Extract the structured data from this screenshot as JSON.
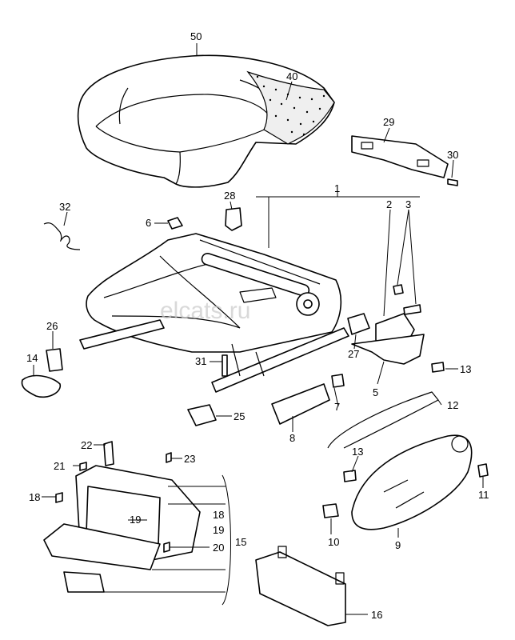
{
  "watermark": "elcats.ru",
  "part_numbers": {
    "p1": "1",
    "p2": "2",
    "p3": "3",
    "p5": "5",
    "p6": "6",
    "p7": "7",
    "p8": "8",
    "p9": "9",
    "p10": "10",
    "p11": "11",
    "p12": "12",
    "p13a": "13",
    "p13b": "13",
    "p14": "14",
    "p15": "15",
    "p16": "16",
    "p18a": "18",
    "p18b": "18",
    "p19a": "19",
    "p19b": "19",
    "p20": "20",
    "p21": "21",
    "p22": "22",
    "p23": "23",
    "p25": "25",
    "p26": "26",
    "p27": "27",
    "p28": "28",
    "p29": "29",
    "p30": "30",
    "p31": "31",
    "p32": "32",
    "p40": "40",
    "p50": "50"
  }
}
